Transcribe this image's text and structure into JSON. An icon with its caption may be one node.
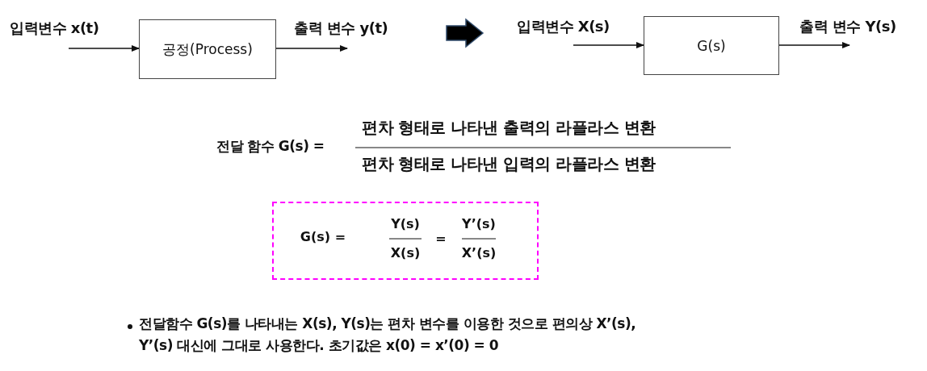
{
  "diagram": {
    "nodes": [
      {
        "text": [
          "입력변수 x(t)"
        ]
      },
      {
        "text": [
          "공정(Process)"
        ]
      },
      {
        "text": [
          "출력 변수 y(t)"
        ]
      },
      {
        "text": [
          "입력변수 X(s)"
        ]
      },
      {
        "text": [
          "G(s)"
        ]
      },
      {
        "text": [
          "출력 변수 Y(s)"
        ]
      },
      {
        "text": [
          "G(s) =",
          "Y(s)",
          "X(s)",
          "=",
          "Y’(s)",
          "X’(s)"
        ]
      }
    ],
    "edges": [
      {
        "from": 0,
        "to": 1,
        "arrow": "to"
      },
      {
        "from": 1,
        "to": 2,
        "arrow": "to"
      },
      {
        "from": 3,
        "to": 4,
        "arrow": "to"
      },
      {
        "from": 4,
        "to": 5,
        "arrow": "to"
      }
    ],
    "labels": [
      "전달 함수 G(s) =",
      "편차 형태로 나타낸 출력의 라플라스 변환",
      "편차 형태로 나타낸 입력의 라플라스 변환",
      "전달함수 G(s)를 나타내는 X(s), Y(s)는 편차 변수를 이용한 것으로 편의상 X’(s), Y’(s) 대신에 그대로 사용한다. 초기값은 x(0) = x’(0) = 0"
    ]
  }
}
